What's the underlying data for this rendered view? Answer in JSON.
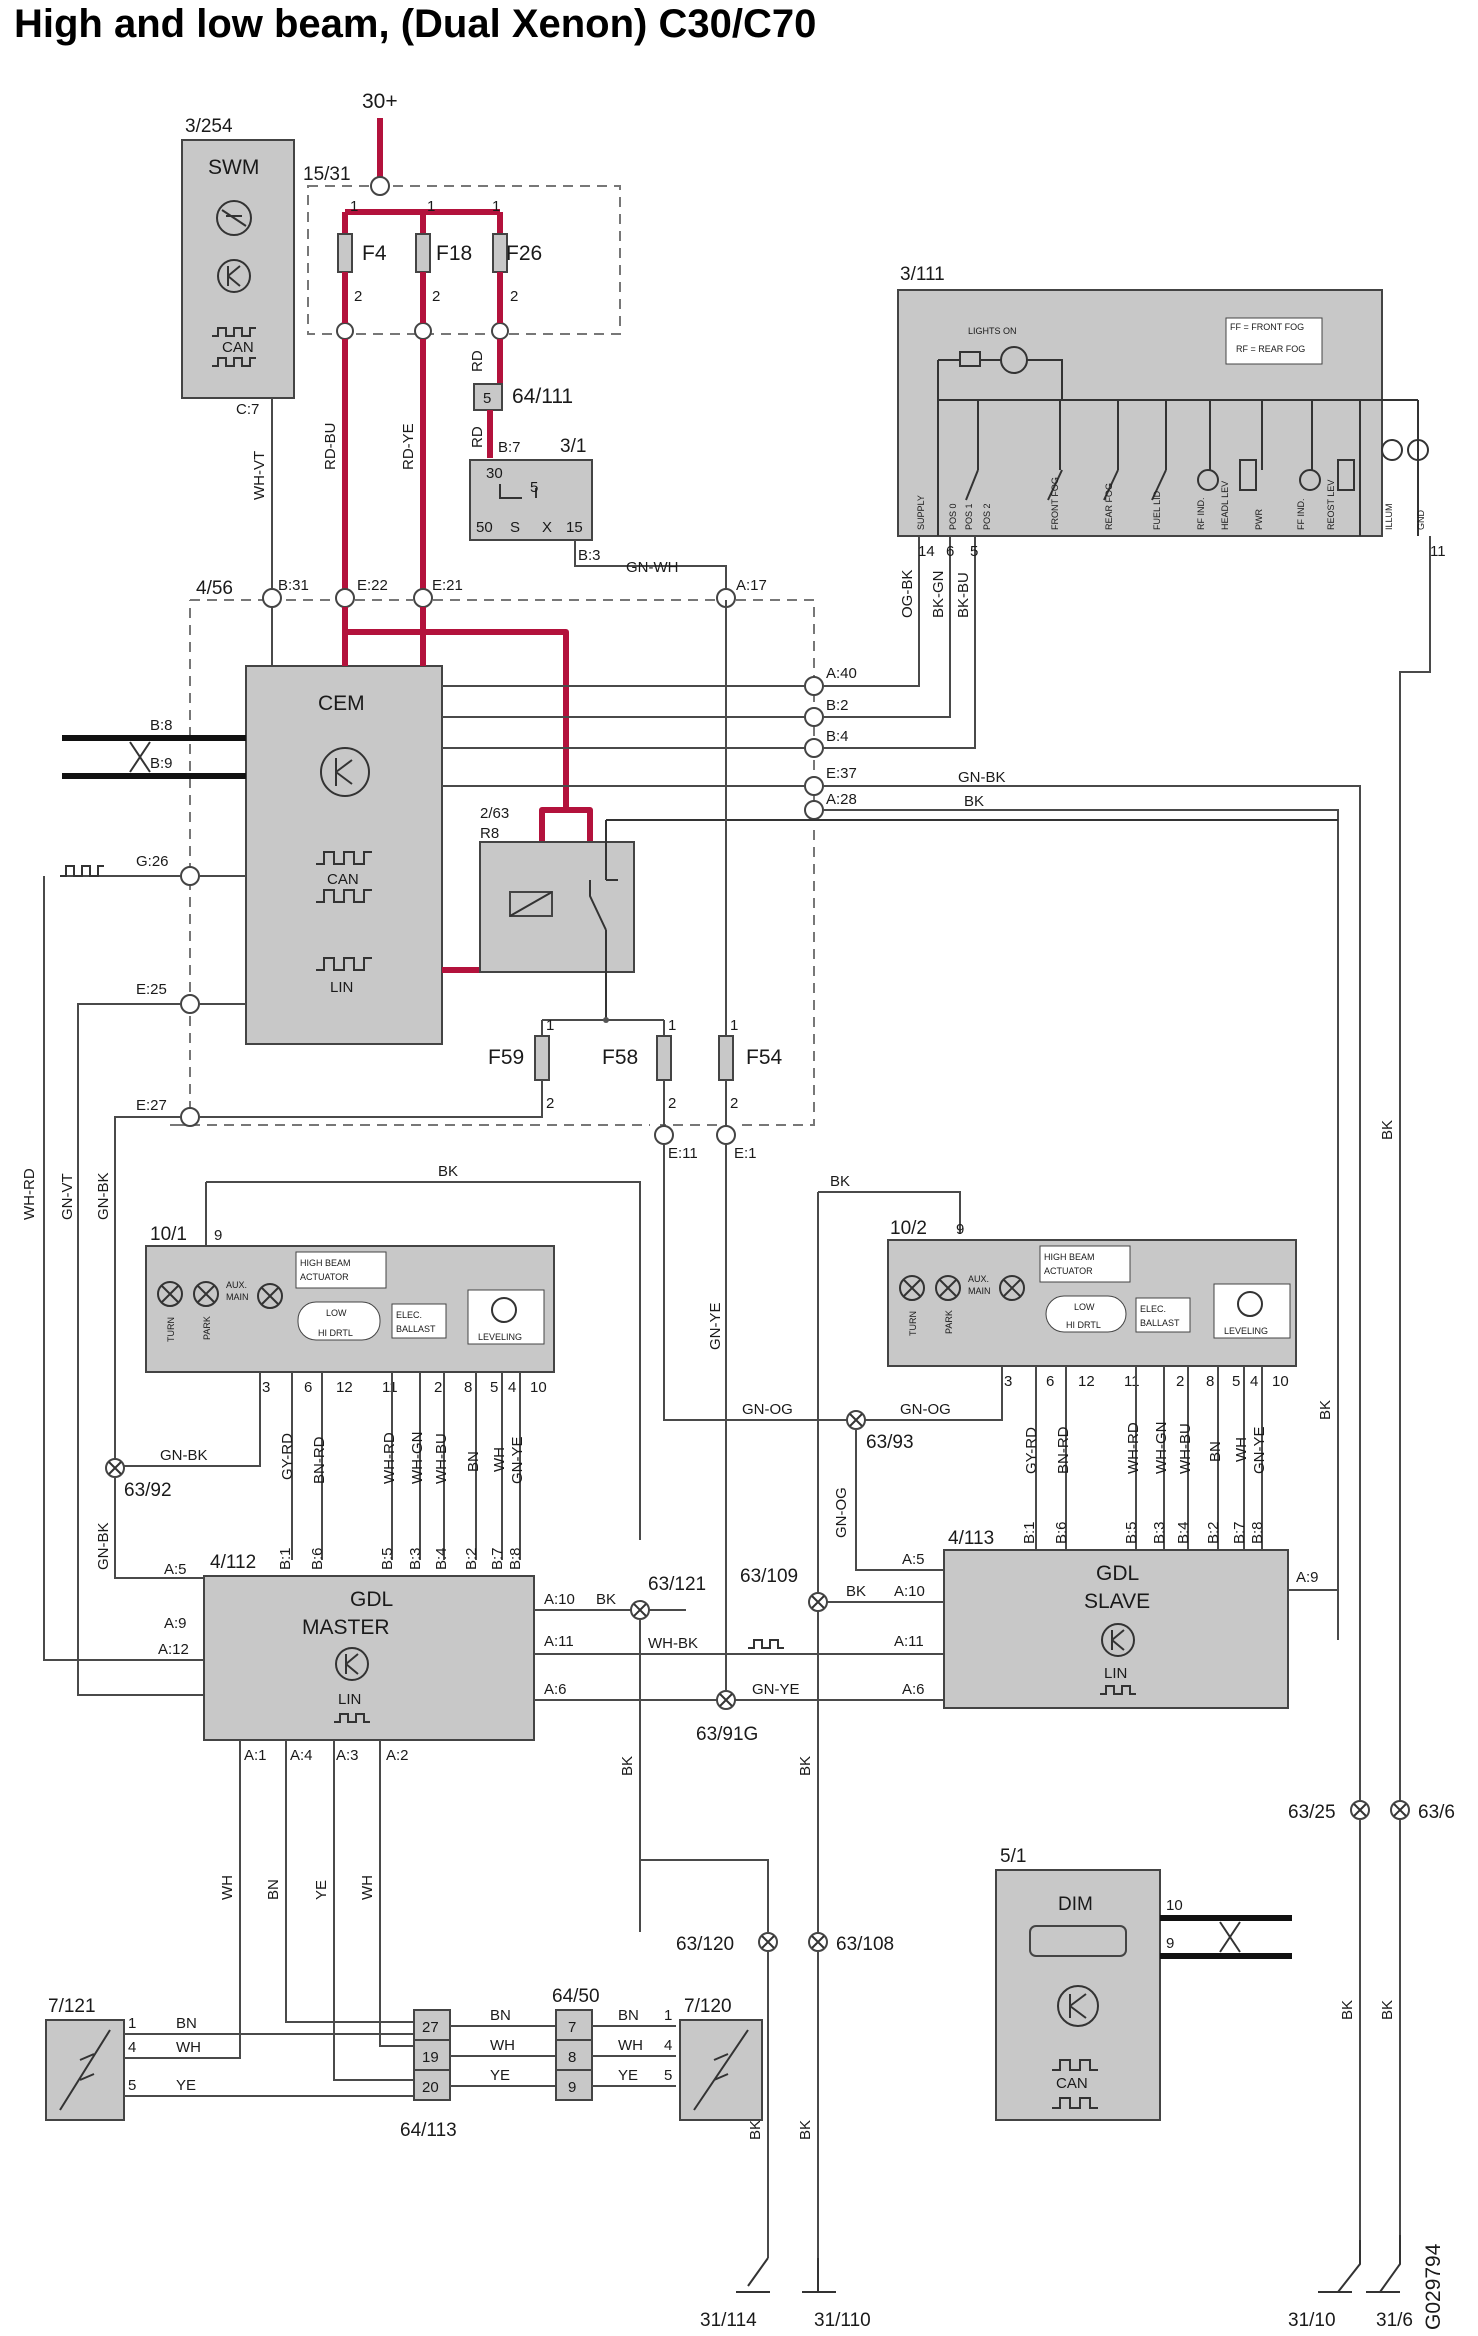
{
  "title": "High and low beam, (Dual Xenon) C30/C70",
  "drawing_number": "G029794",
  "supply": "30+",
  "components": {
    "swm": {
      "ref": "3/254",
      "name": "SWM",
      "can": "CAN",
      "pin": "C:7"
    },
    "fusebox": {
      "ref": "15/31",
      "fuses": [
        "F4",
        "F18",
        "F26"
      ],
      "pin_in": "1",
      "pin_out": "2"
    },
    "conn_64_111": {
      "ref": "64/111",
      "pin": "5"
    },
    "ignition": {
      "ref": "3/1",
      "pins": {
        "p30": "30",
        "p5": "5",
        "p50": "50",
        "pS": "S",
        "pX": "X",
        "p15": "15"
      },
      "b7": "B:7",
      "b3": "B:3"
    },
    "light_switch": {
      "ref": "3/111",
      "lights_on": "LIGHTS ON",
      "legend_ff": "FF = FRONT FOG",
      "legend_rf": "RF = REAR FOG",
      "labels": [
        "SUPPLY",
        "POS 0",
        "POS 1",
        "POS 2",
        "FRONT FOG",
        "REAR FOG",
        "FUEL LID",
        "RF IND.",
        "HEADL LEV",
        "PWR",
        "FF IND.",
        "REOST LEV",
        "ILLUM",
        "GND"
      ],
      "pins": [
        "14",
        "6",
        "5",
        "11"
      ]
    },
    "cem": {
      "ref": "4/56",
      "name": "CEM",
      "can": "CAN",
      "lin": "LIN"
    },
    "relay": {
      "ref": "2/63",
      "sub": "R8"
    },
    "fuses_cem": [
      "F59",
      "F58",
      "F54"
    ],
    "headlamp_left": {
      "ref": "10/1",
      "pin_top": "9",
      "high_beam": "HIGH BEAM",
      "actuator": "ACTUATOR",
      "aux": "AUX.",
      "main": "MAIN",
      "turn": "TURN",
      "park": "PARK",
      "low": "LOW",
      "hi_drtl": "HI DRTL",
      "elec": "ELEC.",
      "ballast": "BALLAST",
      "leveling": "LEVELING",
      "pins": [
        "3",
        "6",
        "12",
        "11",
        "2",
        "8",
        "5",
        "4",
        "10"
      ]
    },
    "headlamp_right": {
      "ref": "10/2",
      "pin_top": "9",
      "high_beam": "HIGH BEAM",
      "actuator": "ACTUATOR",
      "aux": "AUX.",
      "main": "MAIN",
      "turn": "TURN",
      "park": "PARK",
      "low": "LOW",
      "hi_drtl": "HI DRTL",
      "elec": "ELEC.",
      "ballast": "BALLAST",
      "leveling": "LEVELING",
      "pins": [
        "3",
        "6",
        "12",
        "11",
        "2",
        "8",
        "5",
        "4",
        "10"
      ]
    },
    "gdl_master": {
      "ref": "4/112",
      "name1": "GDL",
      "name2": "MASTER",
      "lin": "LIN"
    },
    "gdl_slave": {
      "ref": "4/113",
      "name1": "GDL",
      "name2": "SLAVE",
      "lin": "LIN"
    },
    "dim": {
      "ref": "5/1",
      "name": "DIM",
      "can": "CAN",
      "pins": [
        "10",
        "9"
      ]
    },
    "sensor_left": {
      "ref": "7/121",
      "pins": [
        "1",
        "4",
        "5"
      ]
    },
    "sensor_right": {
      "ref": "7/120",
      "pins": [
        "1",
        "4",
        "5"
      ]
    },
    "conn_64_113": {
      "ref": "64/113",
      "pins": [
        "27",
        "19",
        "20"
      ]
    },
    "conn_64_50": {
      "ref": "64/50",
      "pins": [
        "7",
        "8",
        "9"
      ]
    }
  },
  "cem_pins": {
    "b31": "B:31",
    "e22": "E:22",
    "e21": "E:21",
    "a17": "A:17",
    "a40": "A:40",
    "b2": "B:2",
    "b4": "B:4",
    "e37": "E:37",
    "a28": "A:28",
    "b8": "B:8",
    "b9": "B:9",
    "g26": "G:26",
    "e25": "E:25",
    "e27": "E:27",
    "e11": "E:11",
    "e1": "E:1"
  },
  "gdl_pins": {
    "top": [
      "B:1",
      "B:6",
      "B:5",
      "B:3",
      "B:4",
      "B:2",
      "B:7",
      "B:8"
    ],
    "left": [
      "A:5",
      "A:9",
      "A:12"
    ],
    "right_master": [
      "A:10",
      "A:11",
      "A:6"
    ],
    "left_slave": [
      "A:5",
      "A:10",
      "A:11",
      "A:6"
    ],
    "right_slave": "A:9",
    "bottom": [
      "A:1",
      "A:4",
      "A:3",
      "A:2"
    ]
  },
  "wire_colors": {
    "wh_vt": "WH-VT",
    "rd_bu": "RD-BU",
    "rd_ye": "RD-YE",
    "rd": "RD",
    "gn_wh": "GN-WH",
    "og_bk": "OG-BK",
    "bk_gn": "BK-GN",
    "bk_bu": "BK-BU",
    "gn_bk": "GN-BK",
    "bk": "BK",
    "wh_rd": "WH-RD",
    "gn_vt": "GN-VT",
    "gn_ye": "GN-YE",
    "gn_og": "GN-OG",
    "gy_rd": "GY-RD",
    "bn_rd": "BN-RD",
    "wh_gn": "WH-GN",
    "wh_bu": "WH-BU",
    "bn": "BN",
    "wh": "WH",
    "wh_bk": "WH-BK",
    "og": "GN-OG",
    "ye": "YE"
  },
  "splices": [
    "63/92",
    "63/93",
    "63/121",
    "63/109",
    "63/91G",
    "63/120",
    "63/108",
    "63/25",
    "63/6"
  ],
  "grounds": [
    "31/114",
    "31/110",
    "31/10",
    "31/6"
  ]
}
